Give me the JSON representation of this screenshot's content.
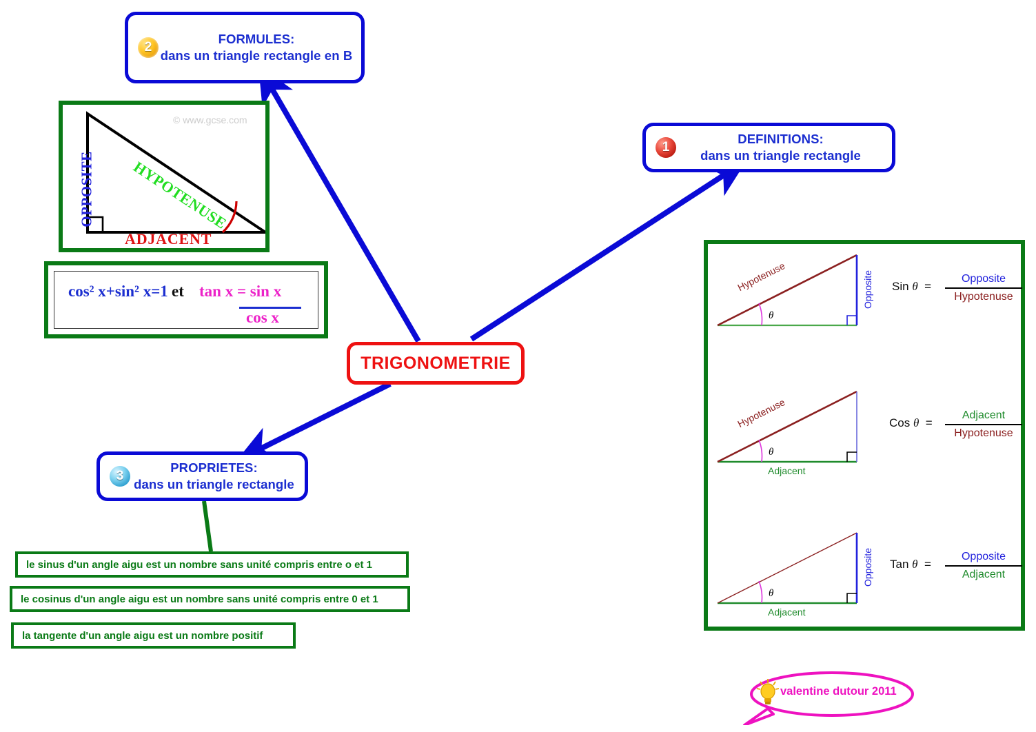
{
  "central": {
    "label": "TRIGONOMETRIE",
    "color": "#ee1111"
  },
  "topics": [
    {
      "id": "definitions",
      "badge": "1",
      "badge_color": "#e8473a",
      "line1": "DEFINITIONS:",
      "line2": "dans un triangle rectangle"
    },
    {
      "id": "formules",
      "badge": "2",
      "badge_color": "#ffc524",
      "line1": "FORMULES:",
      "line2": "dans un triangle rectangle en B"
    },
    {
      "id": "proprietes",
      "badge": "3",
      "badge_color": "#7fd2ef",
      "line1": "PROPRIETES:",
      "line2": "dans un triangle rectangle"
    }
  ],
  "triangle_diagram": {
    "watermark": "© www.gcse.com",
    "labels": {
      "opposite": "OPPOSITE",
      "hypotenuse": "HYPOTENUSE",
      "adjacent": "ADJACENT"
    },
    "colors": {
      "opposite": "#2222dd",
      "hypotenuse": "#22dd22",
      "adjacent": "#dd1111",
      "sides": "#000000",
      "angle_arc": "#cc0000",
      "frame": "#0a7a16"
    }
  },
  "formula_box": {
    "identity": "cos² x+sin² x=1",
    "connector": "et",
    "tangent_lhs": "tan x = sin x",
    "tangent_den": "cos x",
    "colors": {
      "identity": "#1b2ed0",
      "connector": "#111111",
      "tangent": "#ec22c8",
      "rule": "#1b2ed0",
      "frame": "#0a7a16"
    }
  },
  "properties": [
    {
      "text": "le sinus d'un angle aigu est un nombre sans unité compris entre o et 1"
    },
    {
      "text": "le cosinus d'un angle aigu est un nombre sans unité compris entre 0 et 1"
    },
    {
      "text": "la tangente d'un angle aigu est un nombre positif"
    }
  ],
  "ratio_panel": {
    "frame_color": "#0a7a16",
    "rows": [
      {
        "id": "sin",
        "fn": "Sin",
        "theta": "θ",
        "equals": "=",
        "numerator": "Opposite",
        "denominator": "Hypotenuse",
        "numerator_color": "#2222dd",
        "denominator_color": "#8b2020",
        "triangle_labels": {
          "hypotenuse": "Hypotenuse",
          "vertical": "Opposite",
          "base": "",
          "angle": "θ"
        }
      },
      {
        "id": "cos",
        "fn": "Cos",
        "theta": "θ",
        "equals": "=",
        "numerator": "Adjacent",
        "denominator": "Hypotenuse",
        "numerator_color": "#1f8b2c",
        "denominator_color": "#8b2020",
        "triangle_labels": {
          "hypotenuse": "Hypotenuse",
          "vertical": "",
          "base": "Adjacent",
          "angle": "θ"
        }
      },
      {
        "id": "tan",
        "fn": "Tan",
        "theta": "θ",
        "equals": "=",
        "numerator": "Opposite",
        "denominator": "Adjacent",
        "numerator_color": "#2222dd",
        "denominator_color": "#1f8b2c",
        "triangle_labels": {
          "hypotenuse": "",
          "vertical": "Opposite",
          "base": "Adjacent",
          "angle": "θ"
        }
      }
    ]
  },
  "signature": {
    "text": "valentine dutour 2011",
    "color": "#ee12c0",
    "icon": "lightbulb-icon"
  },
  "connector_color": "#0a0ad6",
  "green_connector_color": "#0a7a16"
}
